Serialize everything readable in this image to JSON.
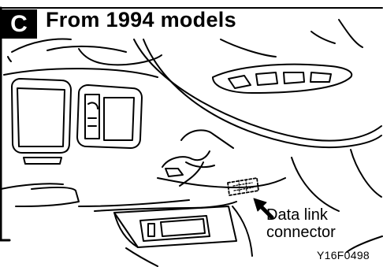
{
  "figure": {
    "badge": "C",
    "title": "From 1994 models",
    "callout_line1": "Data link",
    "callout_line2": "connector",
    "code": "Y16F0498"
  },
  "colors": {
    "ink": "#000000",
    "paper": "#ffffff"
  }
}
